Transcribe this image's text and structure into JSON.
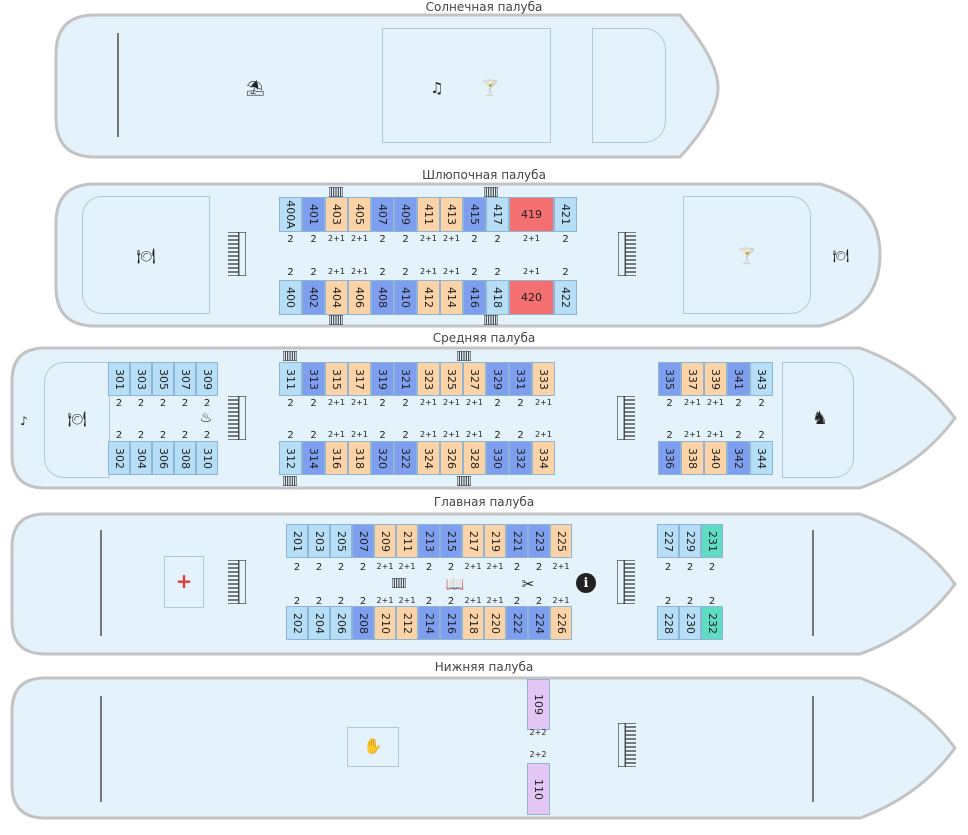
{
  "decks": {
    "sun": {
      "title": "Солнечная палуба"
    },
    "boat": {
      "title": "Шлюпочная палуба"
    },
    "middle": {
      "title": "Средняя палуба"
    },
    "main": {
      "title": "Главная палуба"
    },
    "lower": {
      "title": "Нижняя палуба"
    }
  },
  "colors": {
    "blue": "#7e9ff0",
    "light": "#b7def7",
    "orange": "#fbd3a6",
    "red": "#f46f6f",
    "teal": "#5fddc4",
    "violet": "#e3c6f3"
  },
  "icons": {
    "beach": "⛱",
    "music": "♫",
    "cocktail": "🍸",
    "dining": "🍽",
    "medical": "+",
    "library": "📖",
    "scissors": "✂",
    "info": "ℹ",
    "horse": "♞",
    "laundry": "♨",
    "guitar": "♪",
    "massage": "✋"
  },
  "cabins": {
    "boat_top": [
      {
        "n": "400A",
        "cap": "2",
        "c": "light"
      },
      {
        "n": "401",
        "cap": "2",
        "c": "blue"
      },
      {
        "n": "403",
        "cap": "2+1",
        "c": "orange"
      },
      {
        "n": "405",
        "cap": "2+1",
        "c": "orange"
      },
      {
        "n": "407",
        "cap": "2",
        "c": "blue"
      },
      {
        "n": "409",
        "cap": "2",
        "c": "blue"
      },
      {
        "n": "411",
        "cap": "2+1",
        "c": "orange"
      },
      {
        "n": "413",
        "cap": "2+1",
        "c": "orange"
      },
      {
        "n": "415",
        "cap": "2",
        "c": "blue"
      },
      {
        "n": "417",
        "cap": "2",
        "c": "light"
      },
      {
        "n": "419",
        "cap": "2+1",
        "c": "red"
      },
      {
        "n": "421",
        "cap": "2",
        "c": "light"
      }
    ],
    "boat_bottom": [
      {
        "n": "400",
        "cap": "2",
        "c": "light"
      },
      {
        "n": "402",
        "cap": "2",
        "c": "blue"
      },
      {
        "n": "404",
        "cap": "2+1",
        "c": "orange"
      },
      {
        "n": "406",
        "cap": "2+1",
        "c": "orange"
      },
      {
        "n": "408",
        "cap": "2",
        "c": "blue"
      },
      {
        "n": "410",
        "cap": "2",
        "c": "blue"
      },
      {
        "n": "412",
        "cap": "2+1",
        "c": "orange"
      },
      {
        "n": "414",
        "cap": "2+1",
        "c": "orange"
      },
      {
        "n": "416",
        "cap": "2",
        "c": "blue"
      },
      {
        "n": "418",
        "cap": "2",
        "c": "light"
      },
      {
        "n": "420",
        "cap": "2+1",
        "c": "red"
      },
      {
        "n": "422",
        "cap": "2",
        "c": "light"
      }
    ],
    "mid_left_top": [
      {
        "n": "301",
        "cap": "2",
        "c": "light"
      },
      {
        "n": "303",
        "cap": "2",
        "c": "light"
      },
      {
        "n": "305",
        "cap": "2",
        "c": "light"
      },
      {
        "n": "307",
        "cap": "2",
        "c": "light"
      },
      {
        "n": "309",
        "cap": "2",
        "c": "light"
      }
    ],
    "mid_left_bottom": [
      {
        "n": "302",
        "cap": "2",
        "c": "light"
      },
      {
        "n": "304",
        "cap": "2",
        "c": "light"
      },
      {
        "n": "306",
        "cap": "2",
        "c": "light"
      },
      {
        "n": "308",
        "cap": "2",
        "c": "light"
      },
      {
        "n": "310",
        "cap": "2",
        "c": "light"
      }
    ],
    "mid_center_top": [
      {
        "n": "311",
        "cap": "2",
        "c": "light"
      },
      {
        "n": "313",
        "cap": "2",
        "c": "blue"
      },
      {
        "n": "315",
        "cap": "2+1",
        "c": "orange"
      },
      {
        "n": "317",
        "cap": "2+1",
        "c": "orange"
      },
      {
        "n": "319",
        "cap": "2",
        "c": "blue"
      },
      {
        "n": "321",
        "cap": "2",
        "c": "blue"
      },
      {
        "n": "323",
        "cap": "2+1",
        "c": "orange"
      },
      {
        "n": "325",
        "cap": "2+1",
        "c": "orange"
      },
      {
        "n": "327",
        "cap": "2+1",
        "c": "orange"
      },
      {
        "n": "329",
        "cap": "2",
        "c": "blue"
      },
      {
        "n": "331",
        "cap": "2",
        "c": "blue"
      },
      {
        "n": "333",
        "cap": "2+1",
        "c": "orange"
      }
    ],
    "mid_center_bottom": [
      {
        "n": "312",
        "cap": "2",
        "c": "light"
      },
      {
        "n": "314",
        "cap": "2",
        "c": "blue"
      },
      {
        "n": "316",
        "cap": "2+1",
        "c": "orange"
      },
      {
        "n": "318",
        "cap": "2+1",
        "c": "orange"
      },
      {
        "n": "320",
        "cap": "2",
        "c": "blue"
      },
      {
        "n": "322",
        "cap": "2",
        "c": "blue"
      },
      {
        "n": "324",
        "cap": "2+1",
        "c": "orange"
      },
      {
        "n": "326",
        "cap": "2+1",
        "c": "orange"
      },
      {
        "n": "328",
        "cap": "2+1",
        "c": "orange"
      },
      {
        "n": "330",
        "cap": "2",
        "c": "blue"
      },
      {
        "n": "332",
        "cap": "2",
        "c": "blue"
      },
      {
        "n": "334",
        "cap": "2+1",
        "c": "orange"
      }
    ],
    "mid_right_top": [
      {
        "n": "335",
        "cap": "2",
        "c": "blue"
      },
      {
        "n": "337",
        "cap": "2+1",
        "c": "orange"
      },
      {
        "n": "339",
        "cap": "2+1",
        "c": "orange"
      },
      {
        "n": "341",
        "cap": "2",
        "c": "blue"
      },
      {
        "n": "343",
        "cap": "2",
        "c": "light"
      }
    ],
    "mid_right_bottom": [
      {
        "n": "336",
        "cap": "2",
        "c": "blue"
      },
      {
        "n": "338",
        "cap": "2+1",
        "c": "orange"
      },
      {
        "n": "340",
        "cap": "2+1",
        "c": "orange"
      },
      {
        "n": "342",
        "cap": "2",
        "c": "blue"
      },
      {
        "n": "344",
        "cap": "2",
        "c": "light"
      }
    ],
    "main_top": [
      {
        "n": "201",
        "cap": "2",
        "c": "light"
      },
      {
        "n": "203",
        "cap": "2",
        "c": "light"
      },
      {
        "n": "205",
        "cap": "2",
        "c": "light"
      },
      {
        "n": "207",
        "cap": "2",
        "c": "blue"
      },
      {
        "n": "209",
        "cap": "2+1",
        "c": "orange"
      },
      {
        "n": "211",
        "cap": "2+1",
        "c": "orange"
      },
      {
        "n": "213",
        "cap": "2",
        "c": "blue"
      },
      {
        "n": "215",
        "cap": "2",
        "c": "blue"
      },
      {
        "n": "217",
        "cap": "2+1",
        "c": "orange"
      },
      {
        "n": "219",
        "cap": "2+1",
        "c": "orange"
      },
      {
        "n": "221",
        "cap": "2",
        "c": "blue"
      },
      {
        "n": "223",
        "cap": "2",
        "c": "blue"
      },
      {
        "n": "225",
        "cap": "2+1",
        "c": "orange"
      }
    ],
    "main_bottom": [
      {
        "n": "202",
        "cap": "2",
        "c": "light"
      },
      {
        "n": "204",
        "cap": "2",
        "c": "light"
      },
      {
        "n": "206",
        "cap": "2",
        "c": "light"
      },
      {
        "n": "208",
        "cap": "2",
        "c": "blue"
      },
      {
        "n": "210",
        "cap": "2+1",
        "c": "orange"
      },
      {
        "n": "212",
        "cap": "2+1",
        "c": "orange"
      },
      {
        "n": "214",
        "cap": "2",
        "c": "blue"
      },
      {
        "n": "216",
        "cap": "2",
        "c": "blue"
      },
      {
        "n": "218",
        "cap": "2+1",
        "c": "orange"
      },
      {
        "n": "220",
        "cap": "2+1",
        "c": "orange"
      },
      {
        "n": "222",
        "cap": "2",
        "c": "blue"
      },
      {
        "n": "224",
        "cap": "2",
        "c": "blue"
      },
      {
        "n": "226",
        "cap": "2+1",
        "c": "orange"
      }
    ],
    "main_right_top": [
      {
        "n": "227",
        "cap": "2",
        "c": "light"
      },
      {
        "n": "229",
        "cap": "2",
        "c": "light"
      },
      {
        "n": "231",
        "cap": "2",
        "c": "teal"
      }
    ],
    "main_right_bottom": [
      {
        "n": "228",
        "cap": "2",
        "c": "light"
      },
      {
        "n": "230",
        "cap": "2",
        "c": "light"
      },
      {
        "n": "232",
        "cap": "2",
        "c": "teal"
      }
    ],
    "lower": [
      {
        "n": "109",
        "cap": "2+2",
        "c": "violet"
      },
      {
        "n": "110",
        "cap": "2+2",
        "c": "violet"
      }
    ]
  }
}
